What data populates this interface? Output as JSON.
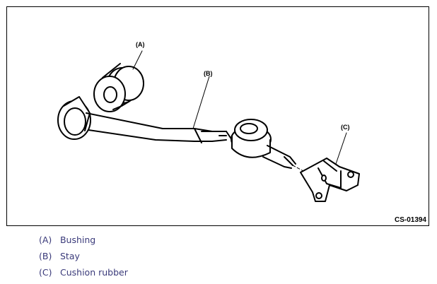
{
  "figure": {
    "code": "CS-01394",
    "callouts": [
      {
        "id": "A",
        "text": "(A)"
      },
      {
        "id": "B",
        "text": "(B)"
      },
      {
        "id": "C",
        "text": "(C)"
      }
    ]
  },
  "legend": [
    {
      "key": "(A)",
      "label": "Bushing"
    },
    {
      "key": "(B)",
      "label": "Stay"
    },
    {
      "key": "(C)",
      "label": "Cushion rubber"
    }
  ]
}
